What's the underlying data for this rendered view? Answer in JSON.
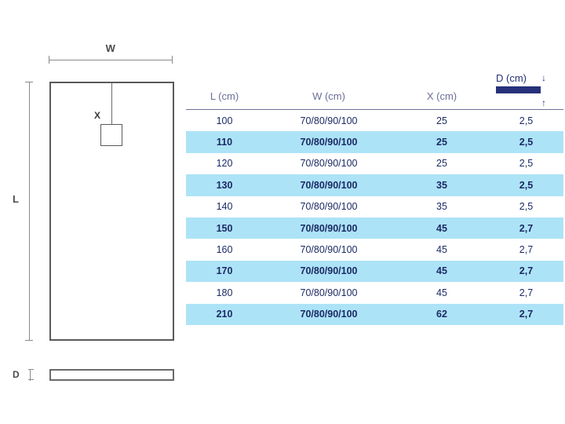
{
  "diagram": {
    "width_label": "W",
    "length_label": "L",
    "drain_offset_label": "X",
    "depth_label": "D",
    "parts": {
      "tray_top_view": "tray-top-view",
      "tray_side_view": "tray-side-view",
      "drain": "drain-square"
    }
  },
  "table": {
    "headers": [
      {
        "key": "l",
        "label": "L (cm)"
      },
      {
        "key": "w",
        "label": "W (cm)"
      },
      {
        "key": "x",
        "label": "X (cm)"
      },
      {
        "key": "d",
        "label": "D (cm)"
      }
    ],
    "depth_header": {
      "title": "D (cm)",
      "arrow_down": "↓",
      "arrow_up": "↑",
      "bar_color": "#26317a"
    },
    "rows": [
      {
        "l": "100",
        "w": "70/80/90/100",
        "x": "25",
        "d": "2,5"
      },
      {
        "l": "110",
        "w": "70/80/90/100",
        "x": "25",
        "d": "2,5"
      },
      {
        "l": "120",
        "w": "70/80/90/100",
        "x": "25",
        "d": "2,5"
      },
      {
        "l": "130",
        "w": "70/80/90/100",
        "x": "35",
        "d": "2,5"
      },
      {
        "l": "140",
        "w": "70/80/90/100",
        "x": "35",
        "d": "2,5"
      },
      {
        "l": "150",
        "w": "70/80/90/100",
        "x": "45",
        "d": "2,7"
      },
      {
        "l": "160",
        "w": "70/80/90/100",
        "x": "45",
        "d": "2,7"
      },
      {
        "l": "170",
        "w": "70/80/90/100",
        "x": "45",
        "d": "2,7"
      },
      {
        "l": "180",
        "w": "70/80/90/100",
        "x": "45",
        "d": "2,7"
      },
      {
        "l": "210",
        "w": "70/80/90/100",
        "x": "62",
        "d": "2,7"
      }
    ]
  },
  "colors": {
    "stripe": "#ade3f7",
    "header_text": "#6b6f97",
    "body_text": "#1b2a63",
    "accent_navy": "#26317a",
    "line_gray": "#8a8a8a",
    "outline_gray": "#5a5a5a"
  }
}
